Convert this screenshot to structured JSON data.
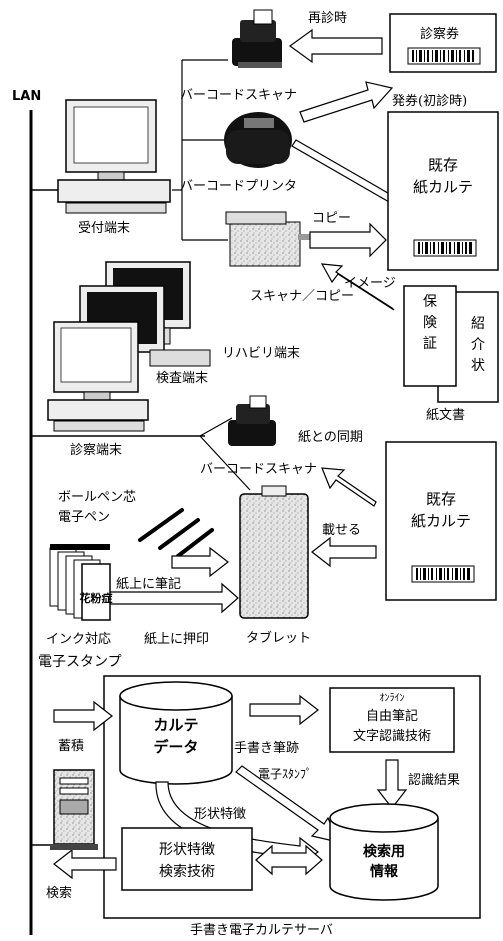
{
  "lan_label": "LAN",
  "reception": {
    "revisit": "再診時",
    "card_label": "診察券",
    "barcode_scanner": "バーコードスキャナ",
    "issue": "発券(初診時)",
    "barcode_printer": "バーコードプリンタ",
    "terminal": "受付端末",
    "existing_chart_line1": "既存",
    "existing_chart_line2": "紙カルテ",
    "copy": "コピー",
    "image": "イメージ",
    "scanner_copier": "スキャナ／コピー"
  },
  "documents": {
    "insurance_line1": "保",
    "insurance_line2": "険",
    "insurance_line3": "証",
    "referral_line1": "紹",
    "referral_line2": "介",
    "referral_line3": "状",
    "paper_docs": "紙文書"
  },
  "clinic": {
    "rehab_terminal": "リハビリ端末",
    "exam_terminal": "検査端末",
    "consult_terminal": "診察端末",
    "sync_with_paper": "紙との同期",
    "barcode_scanner": "バーコードスキャナ",
    "pen_line1": "ボールペン芯",
    "pen_line2": "電子ペン",
    "write_on_paper": "紙上に筆記",
    "place": "載せる",
    "existing_chart_line1": "既存",
    "existing_chart_line2": "紙カルテ",
    "stamp_text": "花粉症",
    "stamp_line1": "インク対応",
    "stamp_line2": "電子スタンプ",
    "stamp_on_paper": "紙上に押印",
    "tablet": "タブレット"
  },
  "server": {
    "store": "蓄積",
    "chart_data_line1": "カルテ",
    "chart_data_line2": "データ",
    "handwriting": "手書き筆跡",
    "online": "ｵﾝﾗｲﾝ",
    "free_writing": "自由筆記",
    "char_recognition": "文字認識技術",
    "e_stamp": "電子ｽﾀﾝﾌﾟ",
    "recognition_result": "認識結果",
    "shape_feature": "形状特徴",
    "search_info_line1": "検索用",
    "search_info_line2": "情報",
    "shape_search_line1": "形状特徴",
    "shape_search_line2": "検索技術",
    "search": "検索",
    "server_label": "手書き電子カルテサーバ"
  }
}
